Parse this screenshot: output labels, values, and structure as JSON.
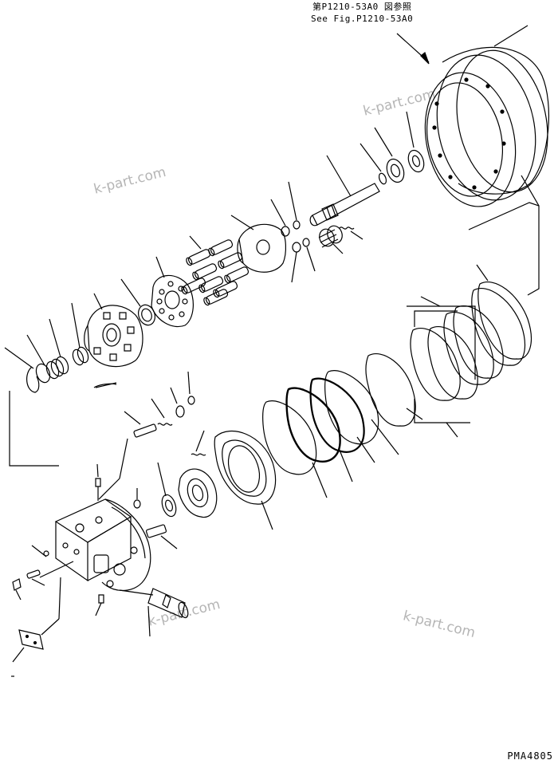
{
  "reference_note": {
    "japanese": "第P1210-53A0 図参照",
    "english": "See Fig.P1210-53A0"
  },
  "watermarks": [
    "k-part.com",
    "k-part.com",
    "k-part.com",
    "k-part.com"
  ],
  "figure_code": "PMA4805",
  "colors": {
    "line": "#000000",
    "watermark": "#b5b5b5",
    "background": "#ffffff"
  }
}
